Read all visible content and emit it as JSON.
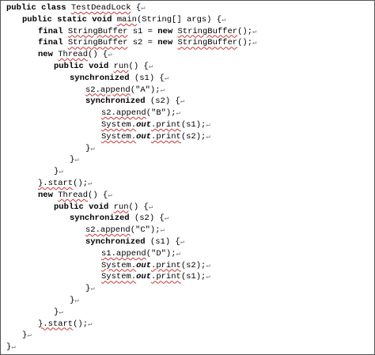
{
  "document": {
    "paragraph_mark": "↵",
    "lines": [
      {
        "indent": 0,
        "tokens": [
          {
            "t": "public class ",
            "s": "kw"
          },
          {
            "t": "TestDeadLock",
            "s": "sp"
          },
          {
            "t": " {"
          }
        ]
      },
      {
        "indent": 1,
        "tokens": [
          {
            "t": "public static void ",
            "s": "kw"
          },
          {
            "t": "main",
            "s": "sp"
          },
          {
            "t": "(String[] args) {"
          }
        ]
      },
      {
        "indent": 2,
        "tokens": [
          {
            "t": "final ",
            "s": "kw"
          },
          {
            "t": "StringBuffer",
            "s": "sp"
          },
          {
            "t": " s1 = "
          },
          {
            "t": "new ",
            "s": "kw"
          },
          {
            "t": "StringBuffer",
            "s": "sp"
          },
          {
            "t": "();"
          }
        ]
      },
      {
        "indent": 2,
        "tokens": [
          {
            "t": "final ",
            "s": "kw"
          },
          {
            "t": "StringBuffer",
            "s": "sp"
          },
          {
            "t": " s2 = "
          },
          {
            "t": "new ",
            "s": "kw"
          },
          {
            "t": "StringBuffer",
            "s": "sp"
          },
          {
            "t": "();"
          }
        ]
      },
      {
        "indent": 2,
        "tokens": [
          {
            "t": "new ",
            "s": "kw"
          },
          {
            "t": "Thread",
            "s": "sp"
          },
          {
            "t": "() {"
          }
        ]
      },
      {
        "indent": 3,
        "tokens": [
          {
            "t": "public void ",
            "s": "kw"
          },
          {
            "t": "run",
            "s": "sp"
          },
          {
            "t": "() {"
          }
        ]
      },
      {
        "indent": 4,
        "tokens": [
          {
            "t": "synchronized ",
            "s": "kw"
          },
          {
            "t": "(s1) {"
          }
        ]
      },
      {
        "indent": 5,
        "tokens": [
          {
            "t": "s2.append",
            "s": "sp"
          },
          {
            "t": "(\"A\");"
          }
        ]
      },
      {
        "indent": 5,
        "tokens": [
          {
            "t": "synchronized ",
            "s": "kw"
          },
          {
            "t": "(s2) {"
          }
        ]
      },
      {
        "indent": 6,
        "tokens": [
          {
            "t": "s2.append",
            "s": "sp"
          },
          {
            "t": "(\"B\");"
          }
        ]
      },
      {
        "indent": 6,
        "tokens": [
          {
            "t": "System.",
            "s": "sp"
          },
          {
            "t": "out",
            "s": "ib"
          },
          {
            "t": ".print",
            "s": "sp"
          },
          {
            "t": "(s1);"
          }
        ]
      },
      {
        "indent": 6,
        "tokens": [
          {
            "t": "System.",
            "s": "sp"
          },
          {
            "t": "out",
            "s": "ib"
          },
          {
            "t": ".print",
            "s": "sp"
          },
          {
            "t": "(s2);"
          }
        ]
      },
      {
        "indent": 5,
        "tokens": [
          {
            "t": "}"
          }
        ]
      },
      {
        "indent": 4,
        "tokens": [
          {
            "t": "}"
          }
        ]
      },
      {
        "indent": 3,
        "tokens": [
          {
            "t": "}"
          }
        ]
      },
      {
        "indent": 2,
        "tokens": [
          {
            "t": "}.start",
            "s": "sp"
          },
          {
            "t": "();"
          }
        ]
      },
      {
        "indent": 2,
        "tokens": [
          {
            "t": "new ",
            "s": "kw"
          },
          {
            "t": "Thread",
            "s": "sp"
          },
          {
            "t": "() {"
          }
        ]
      },
      {
        "indent": 3,
        "tokens": [
          {
            "t": "public void ",
            "s": "kw"
          },
          {
            "t": "run",
            "s": "sp"
          },
          {
            "t": "() {"
          }
        ]
      },
      {
        "indent": 4,
        "tokens": [
          {
            "t": "synchronized ",
            "s": "kw"
          },
          {
            "t": "(s2) {"
          }
        ]
      },
      {
        "indent": 5,
        "tokens": [
          {
            "t": "s2.append",
            "s": "sp"
          },
          {
            "t": "(\"C\");"
          }
        ]
      },
      {
        "indent": 5,
        "tokens": [
          {
            "t": "synchronized ",
            "s": "kw"
          },
          {
            "t": "(s1) {"
          }
        ]
      },
      {
        "indent": 6,
        "tokens": [
          {
            "t": "s1.append",
            "s": "sp"
          },
          {
            "t": "(\"D\");"
          }
        ]
      },
      {
        "indent": 6,
        "tokens": [
          {
            "t": "System.",
            "s": "sp"
          },
          {
            "t": "out",
            "s": "ib"
          },
          {
            "t": ".print",
            "s": "sp"
          },
          {
            "t": "(s2);"
          }
        ]
      },
      {
        "indent": 6,
        "tokens": [
          {
            "t": "System.",
            "s": "sp"
          },
          {
            "t": "out",
            "s": "ib"
          },
          {
            "t": ".print",
            "s": "sp"
          },
          {
            "t": "(s1);"
          }
        ]
      },
      {
        "indent": 5,
        "tokens": [
          {
            "t": "}"
          }
        ]
      },
      {
        "indent": 4,
        "tokens": [
          {
            "t": "}"
          }
        ]
      },
      {
        "indent": 3,
        "tokens": [
          {
            "t": "}"
          }
        ]
      },
      {
        "indent": 2,
        "tokens": [
          {
            "t": "}.start",
            "s": "sp"
          },
          {
            "t": "();"
          }
        ]
      },
      {
        "indent": 1,
        "tokens": [
          {
            "t": "}"
          }
        ]
      },
      {
        "indent": 0,
        "tokens": [
          {
            "t": "}"
          }
        ]
      }
    ]
  }
}
